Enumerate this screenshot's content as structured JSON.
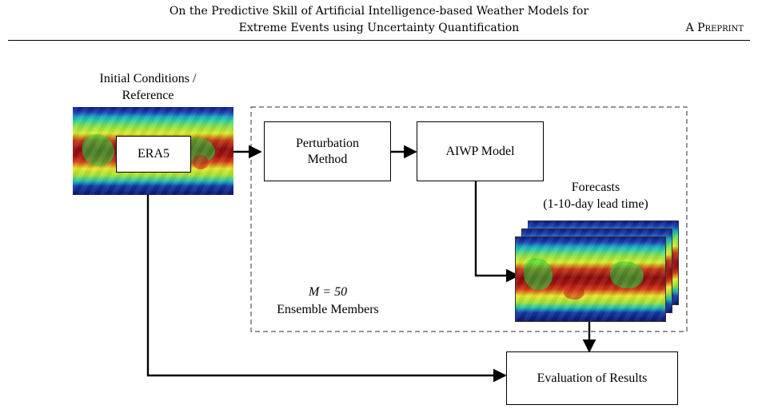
{
  "header": {
    "title_line1": "On the Predictive Skill of Artificial Intelligence-based Weather Models for",
    "title_line2": "Extreme Events using Uncertainty Quantification",
    "preprint": "A Preprint"
  },
  "diagram": {
    "initial_label_line1": "Initial Conditions /",
    "initial_label_line2": "Reference",
    "era5": "ERA5",
    "perturbation_line1": "Perturbation",
    "perturbation_line2": "Method",
    "aiwp_model": "AIWP Model",
    "forecasts_line1": "Forecasts",
    "forecasts_line2": "(1-10-day lead time)",
    "ensemble_line1": "M = 50",
    "ensemble_line2": "Ensemble Members",
    "evaluation": "Evaluation of Results"
  }
}
